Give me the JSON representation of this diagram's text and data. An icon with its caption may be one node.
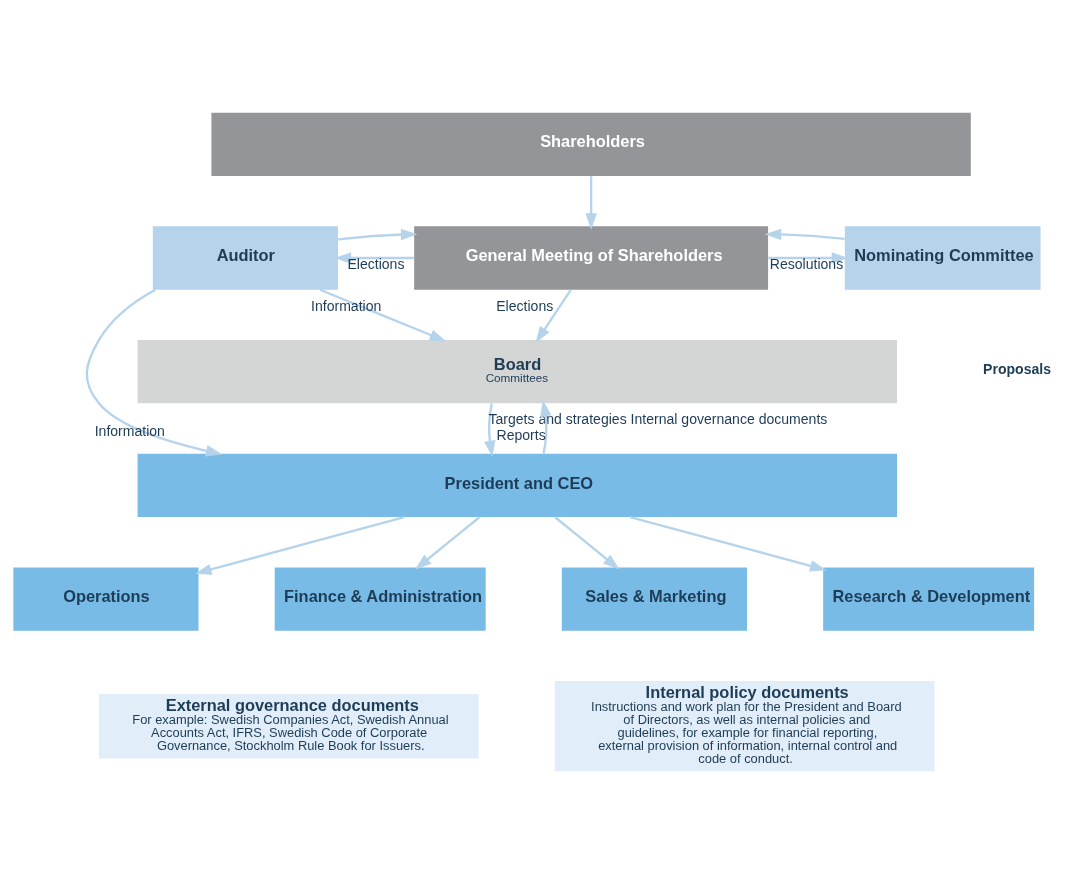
{
  "diagram": {
    "nodes": [
      {
        "text": [
          "Shareholders"
        ]
      },
      {
        "text": [
          "Auditor"
        ]
      },
      {
        "text": [
          "General Meeting of Shareholders"
        ]
      },
      {
        "text": [
          "Nominating Committee"
        ]
      },
      {
        "text": [
          "Board",
          "Committees"
        ]
      },
      {
        "text": [
          "President and CEO"
        ]
      },
      {
        "text": [
          "Operations"
        ]
      },
      {
        "text": [
          "Finance & Administration"
        ]
      },
      {
        "text": [
          "Sales & Marketing"
        ]
      },
      {
        "text": [
          "Research & Development"
        ]
      },
      {
        "text": [
          "External governance documents",
          "For example: Swedish Companies Act, Swedish Annual Accounts Act, IFRS, Swedish Code of Corporate Governance, Stockholm Rule Book for Issuers."
        ]
      },
      {
        "text": [
          "Internal policy documents",
          "Instructions and work plan for the President and Board of Directors, as well as internal policies and guidelines, for example for financial reporting, external provision of information, internal control and code of conduct."
        ]
      }
    ],
    "edges": [
      {
        "from": 0,
        "to": 2,
        "arrow": "to"
      },
      {
        "from": 2,
        "to": 1,
        "arrow": "to",
        "label": "Elections"
      },
      {
        "from": 1,
        "to": 2,
        "arrow": "to"
      },
      {
        "from": 2,
        "to": 3,
        "arrow": "to",
        "label": "Resolutions"
      },
      {
        "from": 3,
        "to": 2,
        "arrow": "to"
      },
      {
        "from": 1,
        "to": 5,
        "arrow": "to",
        "label": "Information"
      },
      {
        "from": 1,
        "to": 4,
        "arrow": "to",
        "label": "Information"
      },
      {
        "from": 2,
        "to": 4,
        "arrow": "to",
        "label": "Elections"
      },
      {
        "from": 4,
        "to": 5,
        "arrow": "to",
        "label": "Targets and strategies Internal governance documents"
      },
      {
        "from": 5,
        "to": 4,
        "arrow": "to",
        "label": "Reports"
      },
      {
        "from": 5,
        "to": 6,
        "arrow": "to"
      },
      {
        "from": 5,
        "to": 7,
        "arrow": "to"
      },
      {
        "from": 5,
        "to": 8,
        "arrow": "to"
      },
      {
        "from": 5,
        "to": 9,
        "arrow": "to"
      }
    ],
    "labels": [
      "Proposals"
    ]
  }
}
